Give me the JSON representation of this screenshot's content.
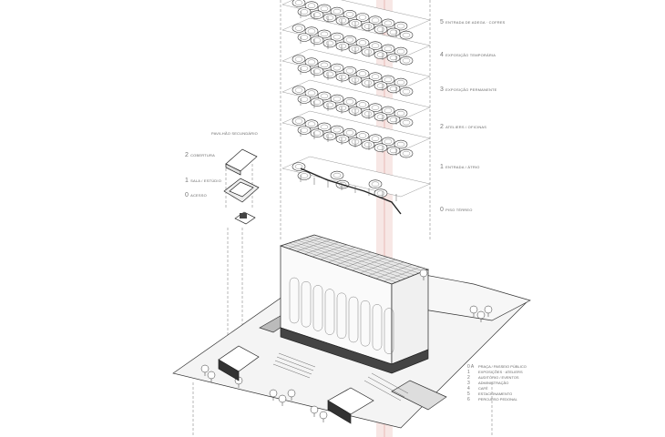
{
  "accent": "#c0392b",
  "stack_labels": [
    {
      "num": "5",
      "text": "ENTRADA DE ADEGA · COFRES"
    },
    {
      "num": "4",
      "text": "EXPOSIÇÃO TEMPORÁRIA"
    },
    {
      "num": "3",
      "text": "EXPOSIÇÃO PERMANENTE"
    },
    {
      "num": "2",
      "text": "ATELIERS / OFICINAS"
    },
    {
      "num": "1",
      "text": "ENTRADA / ÁTRIO"
    },
    {
      "num": "0",
      "text": "PISO TÉRREO"
    }
  ],
  "small_block": {
    "title": "PAVILHÃO SECUNDÁRIO",
    "labels": [
      {
        "num": "2",
        "text": "COBERTURA"
      },
      {
        "num": "1",
        "text": "SALA / ESTÚDIO"
      },
      {
        "num": "0",
        "text": "ACESSO"
      }
    ]
  },
  "legend": [
    {
      "num": "0 A",
      "text": "PRAÇA / PASSEIO PÚBLICO"
    },
    {
      "num": "1",
      "text": "EXPOSIÇÕES · ATELIERS"
    },
    {
      "num": "2",
      "text": "AUDITÓRIO / EVENTOS"
    },
    {
      "num": "3",
      "text": "ADMINISTRAÇÃO"
    },
    {
      "num": "4",
      "text": "CAFÉ"
    },
    {
      "num": "5",
      "text": "ESTACIONAMENTO"
    },
    {
      "num": "6",
      "text": "PERCURSO PEDONAL"
    }
  ]
}
